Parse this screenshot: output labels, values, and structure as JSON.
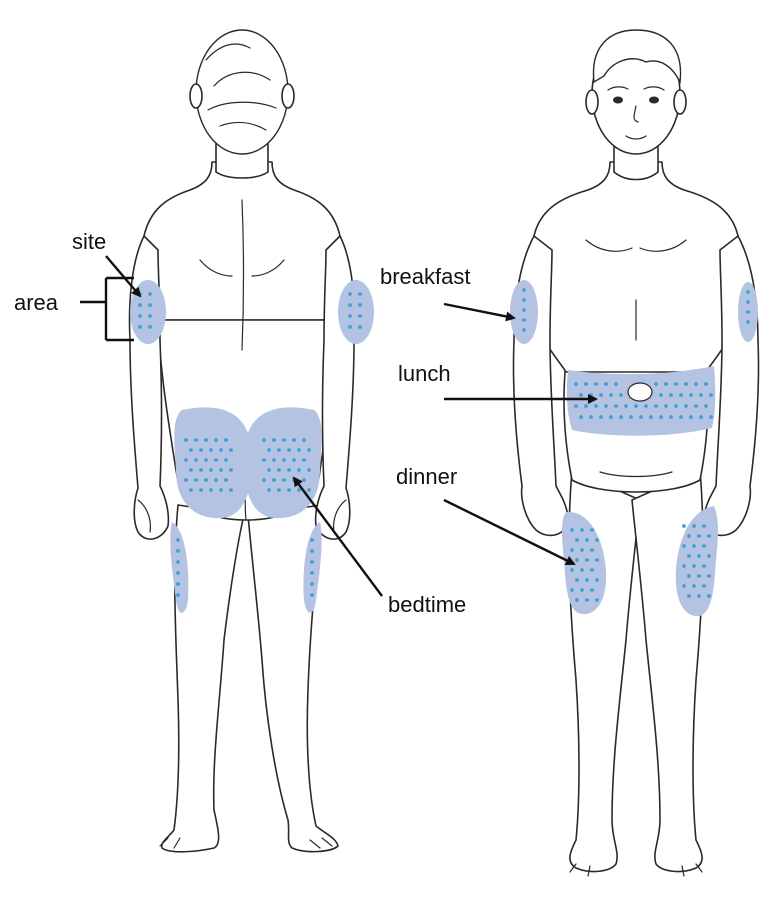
{
  "labels": {
    "site": "site",
    "area": "area",
    "breakfast": "breakfast",
    "lunch": "lunch",
    "dinner": "dinner",
    "bedtime": "bedtime"
  },
  "colors": {
    "zone_fill": "#b4c3e2",
    "dot": "#3fa0d8",
    "line": "#2a2a2a",
    "label": "#111111"
  }
}
